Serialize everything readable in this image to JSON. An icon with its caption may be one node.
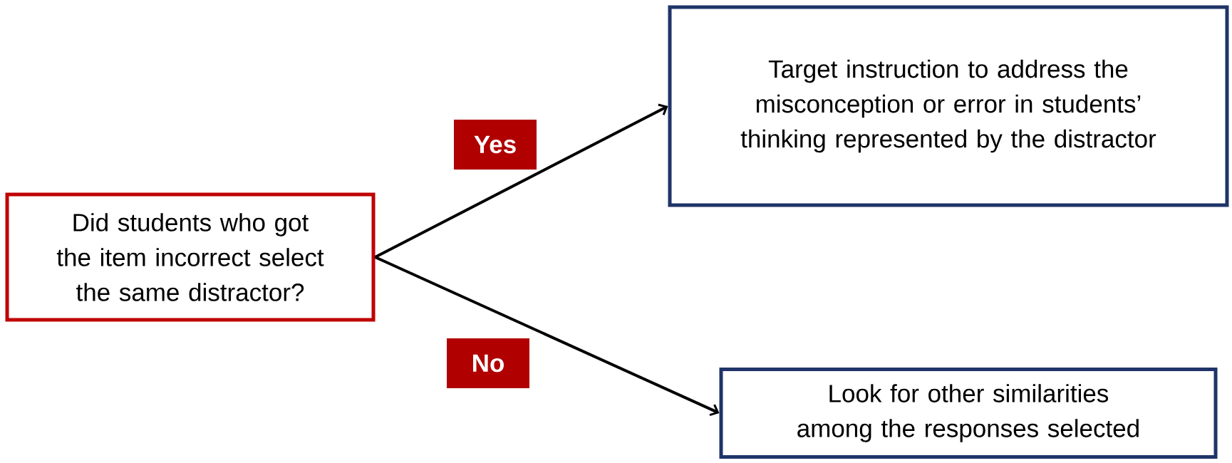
{
  "diagram": {
    "nodes": [
      {
        "text": [
          "Did students who got the item incorrect select the same distractor?"
        ]
      },
      {
        "text": [
          "Target instruction to address the misconception or error in students’ thinking represented by the distractor"
        ]
      },
      {
        "text": [
          "Look for other similarities among the responses selected"
        ]
      }
    ],
    "edges": [
      {
        "from": 0,
        "to": 1,
        "arrow": "to",
        "label": "Yes"
      },
      {
        "from": 0,
        "to": 2,
        "arrow": "to",
        "label": "No"
      }
    ]
  }
}
